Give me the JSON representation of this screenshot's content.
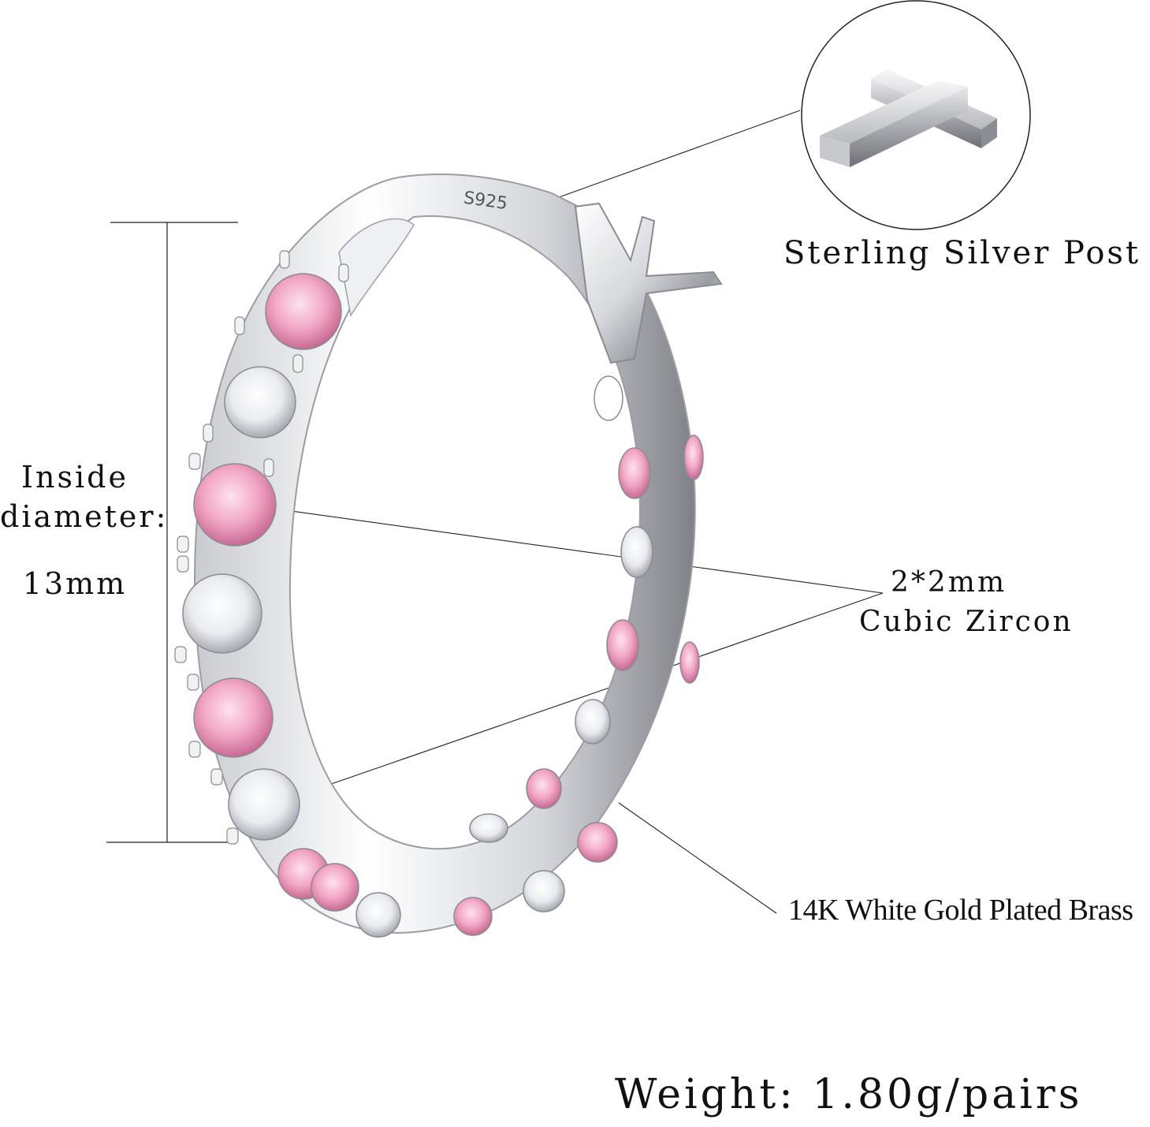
{
  "diameter": {
    "line1": "Inside",
    "line2": "diameter:",
    "value": "13mm"
  },
  "post": {
    "label": "Sterling Silver Post"
  },
  "ring": {
    "stamp": "S925"
  },
  "stone": {
    "size": "2*2mm",
    "type": "Cubic Zircon"
  },
  "plating": {
    "label": "14K White Gold Plated Brass"
  },
  "weight": {
    "label": "Weight: 1.80g/pairs"
  },
  "colors": {
    "background": "#ffffff",
    "text": "#111111",
    "silver_light": "#f4f4f6",
    "silver_dark": "#8a8c93",
    "pink_stone": "#f2a7c6",
    "clear_stone": "#eef0f4"
  }
}
